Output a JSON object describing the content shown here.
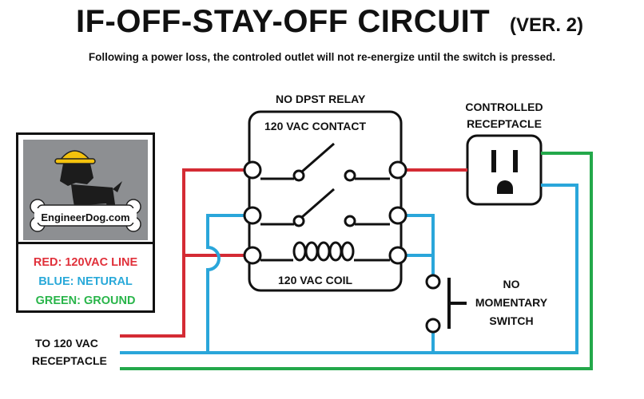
{
  "title": "IF-OFF-STAY-OFF CIRCUIT",
  "version": "(VER. 2)",
  "subtitle": "Following a power loss, the controled outlet will not re-energize until the switch is pressed.",
  "relay": {
    "label": "NO DPST RELAY",
    "contact_label": "120 VAC CONTACT",
    "coil_label": "120 VAC COIL"
  },
  "receptacle": {
    "label_line1": "CONTROLLED",
    "label_line2": "RECEPTACLE"
  },
  "switch": {
    "line1": "NO",
    "line2": "MOMENTARY",
    "line3": "SWITCH"
  },
  "source": {
    "line1": "TO 120 VAC",
    "line2": "RECEPTACLE"
  },
  "logo": {
    "text": "EngineerDog.com"
  },
  "legend": [
    {
      "text": "RED: 120VAC LINE",
      "color": "#e0303a"
    },
    {
      "text": "BLUE: NETURAL",
      "color": "#29a9d9"
    },
    {
      "text": "GREEN: GROUND",
      "color": "#29b54a"
    }
  ],
  "colors": {
    "line": "#d42b34",
    "neutral": "#2aa6da",
    "ground": "#23a84a"
  }
}
